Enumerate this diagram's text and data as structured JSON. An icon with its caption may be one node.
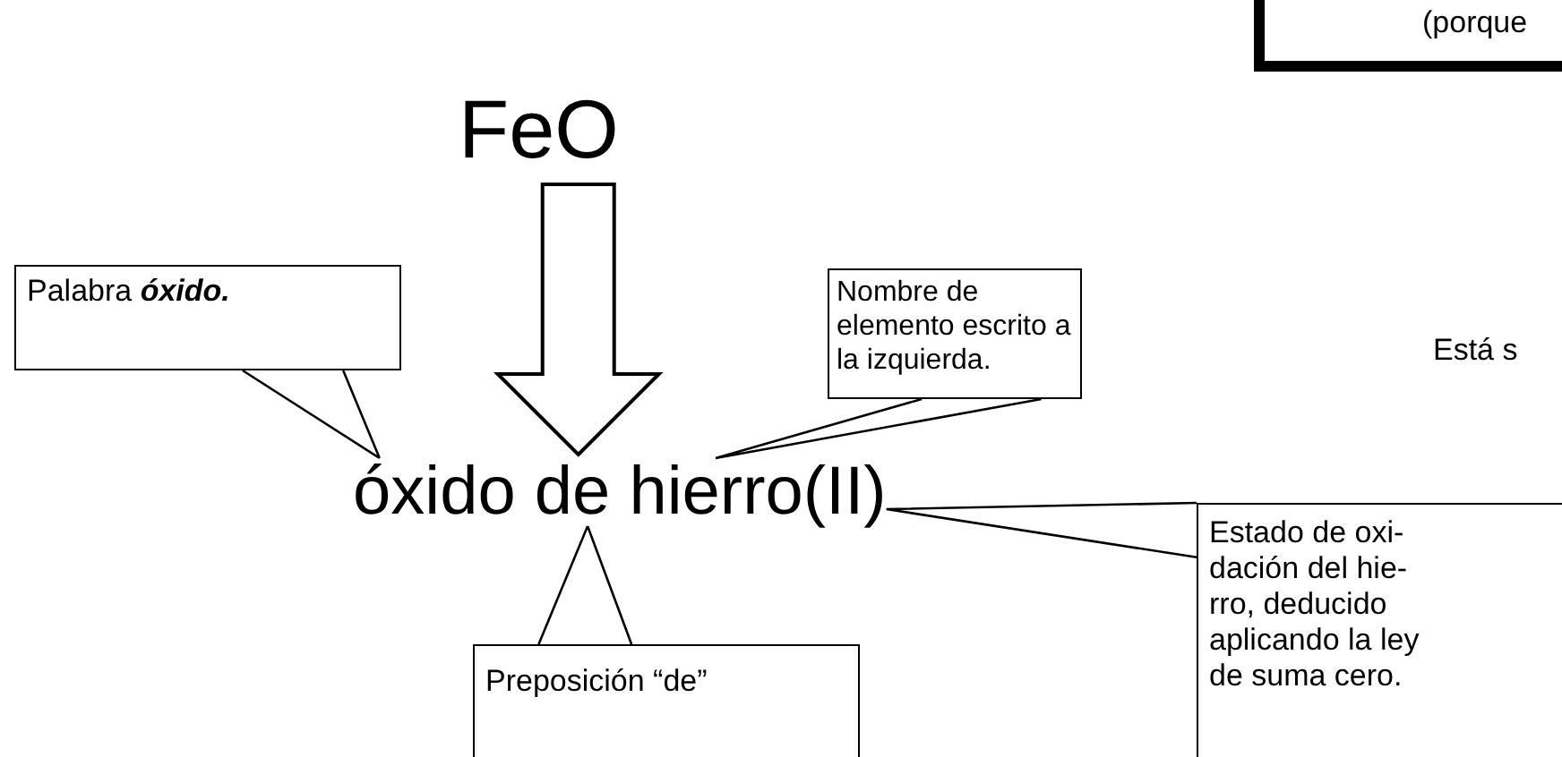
{
  "diagram": {
    "nodes": [
      {
        "text": [
          "FeO"
        ]
      },
      {
        "text": [
          "óxido de hierro(II)"
        ]
      },
      {
        "text": [
          "Palabra **óxido.**"
        ]
      },
      {
        "text": [
          "Nombre de elemento escrito a la izquierda."
        ]
      },
      {
        "text": [
          "Preposición “de”"
        ]
      },
      {
        "text": [
          "Estado de oxi- dación del hie- rro, deducido aplicando la ley de suma cero."
        ]
      },
      {
        "text": [
          "(porque"
        ]
      }
    ],
    "edges": [
      {
        "from": 0,
        "to": 1,
        "arrow": "to",
        "style": "thick"
      },
      {
        "from": 2,
        "to": 1,
        "arrow": "none"
      },
      {
        "from": 3,
        "to": 1,
        "arrow": "none"
      },
      {
        "from": 4,
        "to": 1,
        "arrow": "none"
      },
      {
        "from": 5,
        "to": 1,
        "arrow": "none"
      }
    ],
    "labels": [
      "Está s"
    ]
  }
}
